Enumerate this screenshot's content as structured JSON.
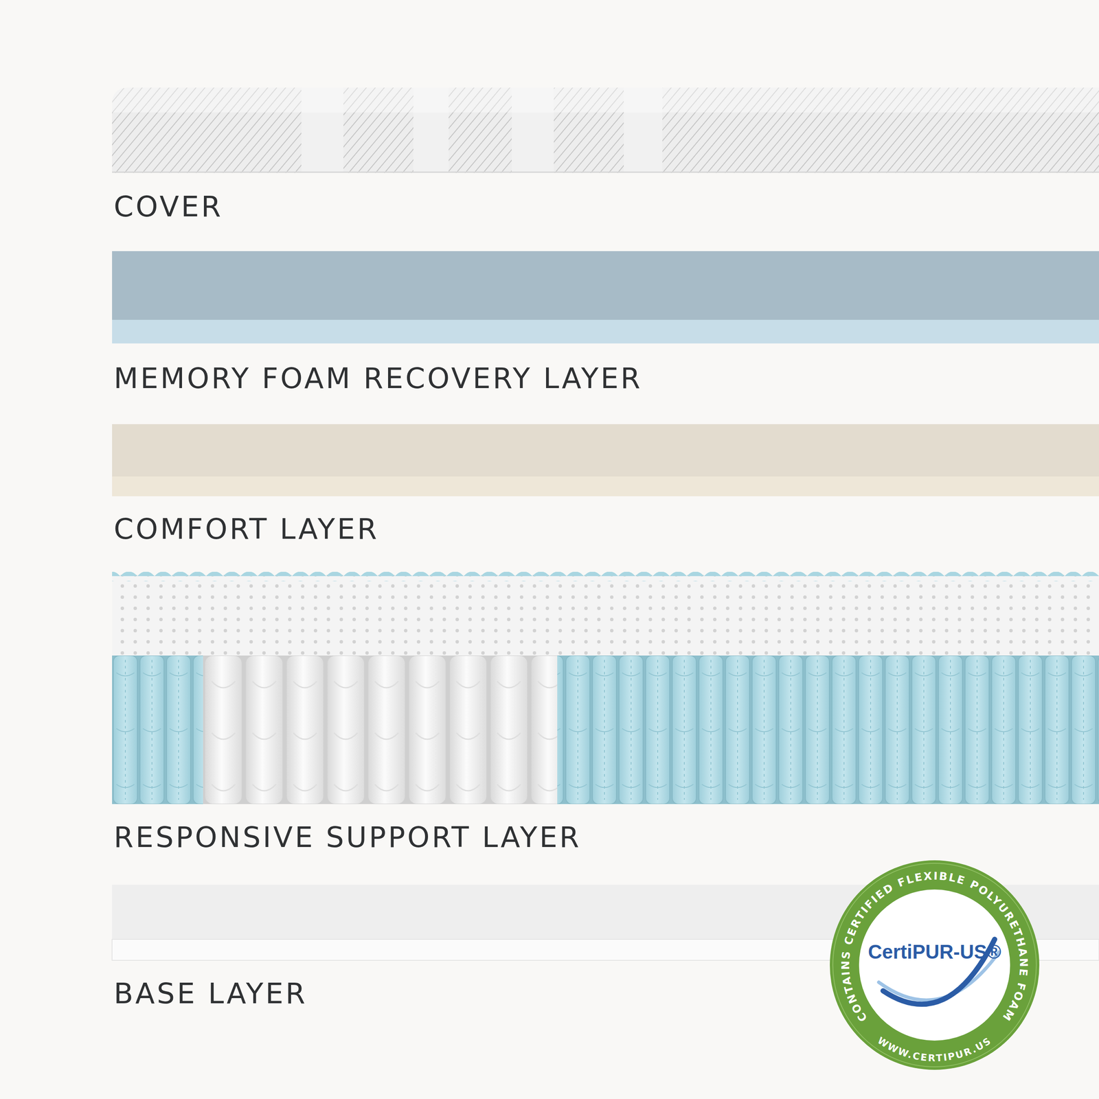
{
  "diagram": {
    "nodes": [
      {
        "text": [
          "CertiPUR-US®",
          "CONTAINS CERTIFIED FLEXIBLE POLYURETHANE FOAM",
          "WWW.CERTIPUR.US"
        ]
      }
    ],
    "labels": [
      "COVER",
      "MEMORY FOAM RECOVERY LAYER",
      "COMFORT LAYER",
      "RESPONSIVE SUPPORT LAYER",
      "BASE LAYER"
    ]
  }
}
